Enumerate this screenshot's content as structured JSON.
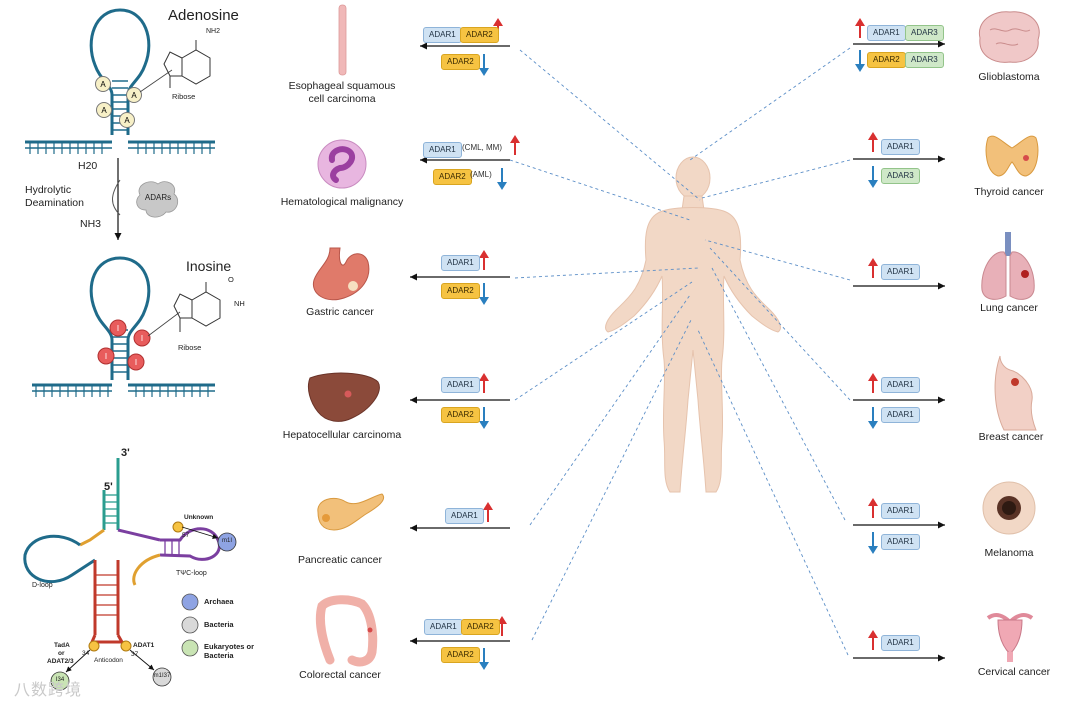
{
  "colors": {
    "rna_teal": "#1f6b8a",
    "adenosine_fill": "#f7f0c7",
    "inosine_fill": "#e85c5c",
    "adar1": "#cfe2f3",
    "adar2": "#f6c342",
    "adar3": "#cfe8c8",
    "up_arrow": "#d93030",
    "down_arrow": "#2a7fbf",
    "body": "#f2d8c6"
  },
  "left_panel": {
    "adenosine_title": "Adenosine",
    "adenosine_nh2": "NH2",
    "adenosine_ribose": "Ribose",
    "base_a": "A",
    "h2o": "H20",
    "hydrolytic": "Hydrolytic",
    "deamination": "Deamination",
    "nh3": "NH3",
    "adars": "ADARs",
    "inosine_title": "Inosine",
    "inosine_o": "O",
    "inosine_nh": "NH",
    "inosine_ribose": "Ribose",
    "base_i": "I"
  },
  "trna": {
    "three_prime": "3'",
    "five_prime": "5'",
    "unknown": "Unknown",
    "pos57": "57",
    "m1i": "m1I",
    "tpsic_loop": "TΨC-loop",
    "d_loop": "D-loop",
    "tada": "TadA",
    "or": "or",
    "adat23": "ADAT2/3",
    "pos34": "34",
    "anticodon": "Anticodon",
    "adat1": "ADAT1",
    "pos37": "37",
    "i34": "I34",
    "m1i37": "m1I37",
    "legend": [
      {
        "label": "Archaea",
        "color": "#8ea3e3"
      },
      {
        "label": "Bacteria",
        "color": "#d9d9d9"
      },
      {
        "label": "Eukaryotes or Bacteria",
        "color": "#c9e4b4"
      }
    ]
  },
  "left_cancers": [
    {
      "name": "Esophageal squamous cell carcinoma",
      "up": [
        "ADAR1",
        "ADAR2"
      ],
      "down": [
        "ADAR2"
      ]
    },
    {
      "name": "Hematological malignancy",
      "up": [
        "ADAR1"
      ],
      "up_note": "(CML, MM)",
      "down": [
        "ADAR2"
      ],
      "down_note": "(AML)"
    },
    {
      "name": "Gastric cancer",
      "up": [
        "ADAR1"
      ],
      "down": [
        "ADAR2"
      ]
    },
    {
      "name": "Hepatocellular carcinoma",
      "up": [
        "ADAR1"
      ],
      "down": [
        "ADAR2"
      ]
    },
    {
      "name": "Pancreatic cancer",
      "up": [
        "ADAR1"
      ],
      "down": []
    },
    {
      "name": "Colorectal cancer",
      "up": [
        "ADAR1",
        "ADAR2"
      ],
      "down": [
        "ADAR2"
      ]
    }
  ],
  "right_cancers": [
    {
      "name": "Glioblastoma",
      "up": [
        "ADAR1",
        "ADAR3"
      ],
      "down": [
        "ADAR2",
        "ADAR3"
      ]
    },
    {
      "name": "Thyroid cancer",
      "up": [
        "ADAR1"
      ],
      "down": [
        "ADAR3"
      ]
    },
    {
      "name": "Lung cancer",
      "up": [
        "ADAR1"
      ],
      "down": []
    },
    {
      "name": "Breast cancer",
      "up": [
        "ADAR1"
      ],
      "down": [
        "ADAR1"
      ]
    },
    {
      "name": "Melanoma",
      "up": [
        "ADAR1"
      ],
      "down": [
        "ADAR1"
      ]
    },
    {
      "name": "Cervical cancer",
      "up": [
        "ADAR1"
      ],
      "down": []
    }
  ],
  "watermark": "八数跨境"
}
